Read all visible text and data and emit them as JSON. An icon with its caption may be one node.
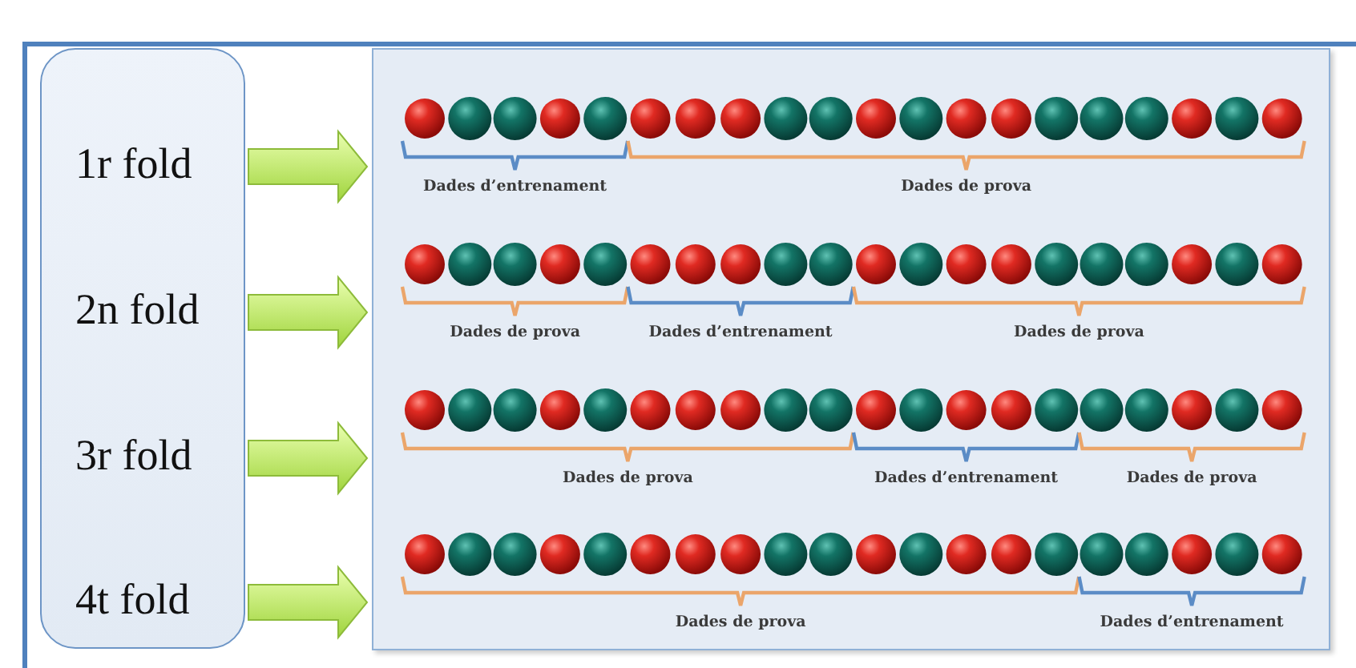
{
  "diagram": {
    "nodes": [
      {
        "text": [],
        "shape": "box"
      },
      {
        "text": [
          "1r fold"
        ],
        "in": 0
      },
      {
        "text": [
          "2n fold"
        ],
        "in": 0
      },
      {
        "text": [
          "3r fold"
        ],
        "in": 0
      },
      {
        "text": [
          "4t fold"
        ],
        "in": 0
      },
      {
        "text": [],
        "shape": "box"
      }
    ],
    "edges": [
      {
        "from": 1,
        "to": 5,
        "arrow": "to",
        "style": "thick"
      },
      {
        "from": 2,
        "to": 5,
        "arrow": "to",
        "style": "thick"
      },
      {
        "from": 3,
        "to": 5,
        "arrow": "to",
        "style": "thick"
      },
      {
        "from": 4,
        "to": 5,
        "arrow": "to",
        "style": "thick"
      }
    ],
    "labels": [
      "Dades d’entrenament",
      "Dades de prova",
      "Dades de prova",
      "Dades d’entrenament",
      "Dades de prova",
      "Dades de prova",
      "Dades d’entrenament",
      "Dades de prova",
      "Dades de prova",
      "Dades d’entrenament"
    ]
  }
}
